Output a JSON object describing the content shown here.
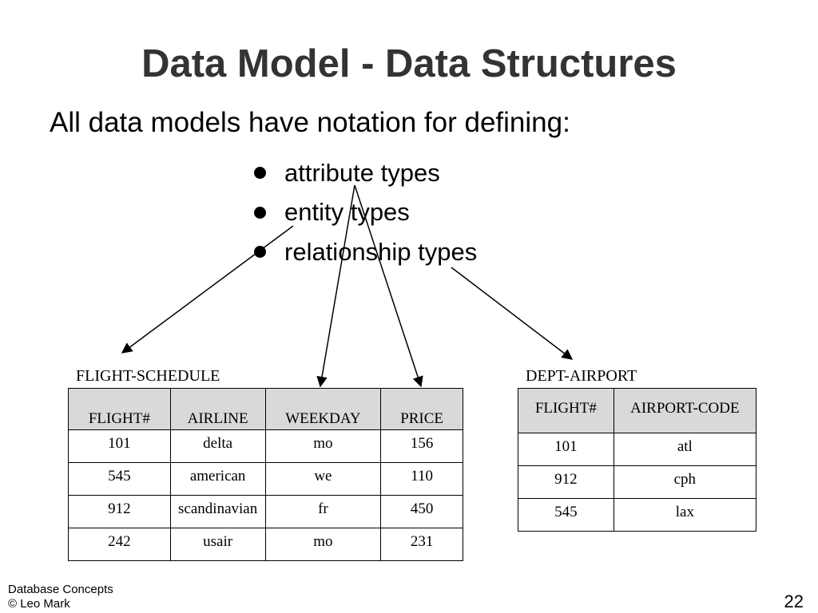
{
  "slide": {
    "title": "Data Model - Data Structures",
    "subtitle": "All data models have notation for defining:",
    "bullets": [
      "attribute types",
      "entity types",
      "relationship types"
    ]
  },
  "tables": {
    "flight_schedule": {
      "caption": "FLIGHT-SCHEDULE",
      "headers": [
        "FLIGHT#",
        "AIRLINE",
        "WEEKDAY",
        "PRICE"
      ],
      "rows": [
        [
          "101",
          "delta",
          "mo",
          "156"
        ],
        [
          "545",
          "american",
          "we",
          "110"
        ],
        [
          "912",
          "scandinavian",
          "fr",
          "450"
        ],
        [
          "242",
          "usair",
          "mo",
          "231"
        ]
      ]
    },
    "dept_airport": {
      "caption": "DEPT-AIRPORT",
      "headers": [
        "FLIGHT#",
        "AIRPORT-CODE"
      ],
      "rows": [
        [
          "101",
          "atl"
        ],
        [
          "912",
          "cph"
        ],
        [
          "545",
          "lax"
        ]
      ]
    }
  },
  "footer": {
    "line1": "Database Concepts",
    "line2": "© Leo Mark",
    "page": "22"
  },
  "colors": {
    "header_fill": "#d9d9d9",
    "title": "#333333"
  }
}
